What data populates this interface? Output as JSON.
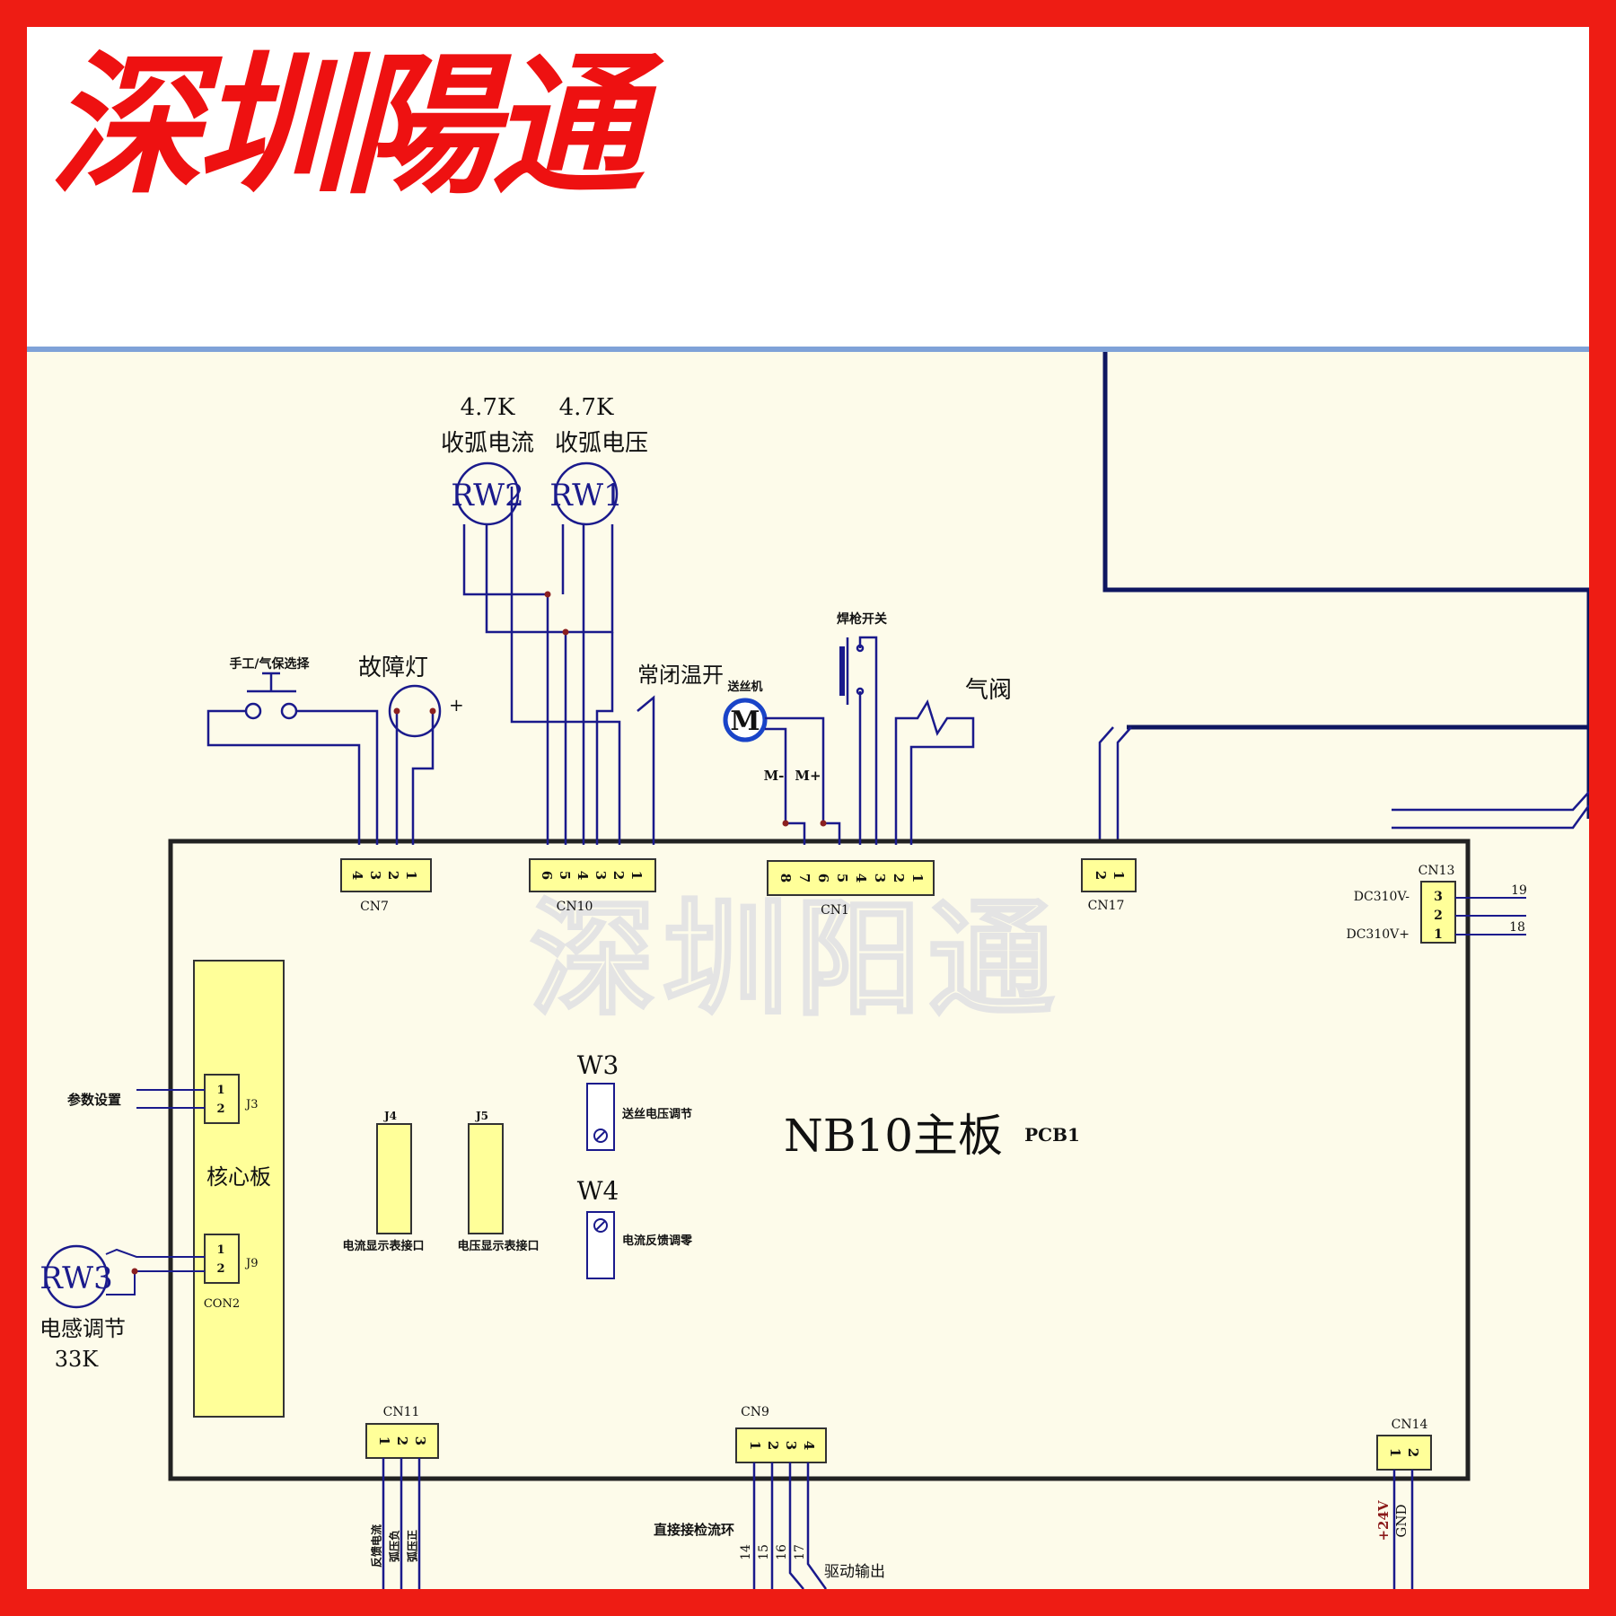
{
  "brand": "深圳陽通",
  "watermark": "深圳阳通",
  "colors": {
    "frame": "#ee1c14",
    "wire": "#1a1a8c",
    "bus": "#0e1660",
    "connector_fill": "#ffff99",
    "board_bg": "#fdfbea",
    "brand": "#ee1111"
  },
  "pots": {
    "rw2": {
      "value": "4.7K",
      "name": "收弧电流",
      "label": "RW2"
    },
    "rw1": {
      "value": "4.7K",
      "name": "收弧电压",
      "label": "RW1"
    },
    "rw3": {
      "label": "RW3",
      "name": "电感调节",
      "value": "33K"
    }
  },
  "components": {
    "select_switch": "手工/气保选择",
    "fault_lamp": "故障灯",
    "fault_lamp_plus": "+",
    "nc_thermo": "常闭温开",
    "wire_feeder": "送丝机",
    "motor": "M",
    "motor_minus": "M-",
    "motor_plus": "M+",
    "torch_switch": "焊枪开关",
    "gas_valve": "气阀"
  },
  "connectors": {
    "cn7": {
      "name": "CN7",
      "pins": [
        "4",
        "3",
        "2",
        "1"
      ]
    },
    "cn10": {
      "name": "CN10",
      "pins": [
        "6",
        "5",
        "4",
        "3",
        "2",
        "1"
      ]
    },
    "cn1": {
      "name": "CN1",
      "pins": [
        "8",
        "7",
        "6",
        "5",
        "4",
        "3",
        "2",
        "1"
      ]
    },
    "cn17": {
      "name": "CN17",
      "pins": [
        "2",
        "1"
      ]
    },
    "cn13": {
      "name": "CN13",
      "pins": [
        "3",
        "2",
        "1"
      ],
      "dc_minus": "DC310V-",
      "dc_plus": "DC310V+",
      "wire19": "19",
      "wire18": "18"
    },
    "cn11": {
      "name": "CN11",
      "pins": [
        "1",
        "2",
        "3"
      ],
      "wires": [
        "反馈电流",
        "弧压负",
        "弧压正"
      ]
    },
    "cn9": {
      "name": "CN9",
      "pins": [
        "1",
        "2",
        "3",
        "4"
      ],
      "wires": [
        "14",
        "15",
        "16",
        "17"
      ],
      "note1": "直接接检流环",
      "note2": "驱动输出"
    },
    "cn14": {
      "name": "CN14",
      "pins": [
        "1",
        "2"
      ],
      "wires": [
        "+24V",
        "GND"
      ]
    }
  },
  "board": {
    "title": "NB10主板",
    "pcb": "PCB1",
    "core": "核心板",
    "j3": "J3",
    "j3_pins": [
      "1",
      "2"
    ],
    "param": "参数设置",
    "j9": "J9",
    "j9_pins": [
      "1",
      "2"
    ],
    "con2": "CON2",
    "j4": "J4",
    "j5": "J5",
    "j4_label": "电流显示表接口",
    "j5_label": "电压显示表接口",
    "w3": "W3",
    "w3_label": "送丝电压调节",
    "w4": "W4",
    "w4_label": "电流反馈调零"
  }
}
